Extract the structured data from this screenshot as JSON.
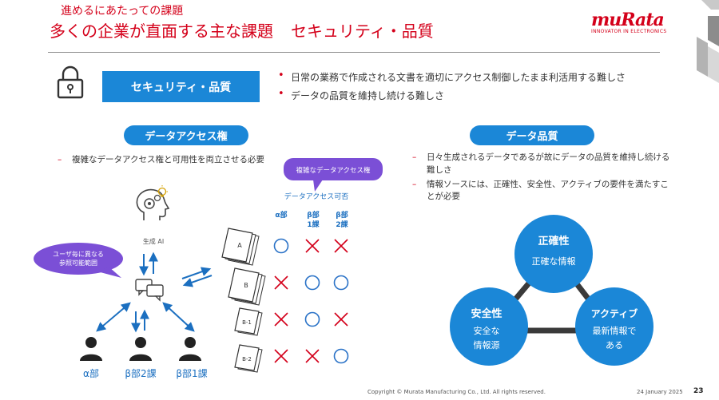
{
  "header": {
    "subtitle": "進めるにあたっての課題",
    "title_main": "多くの企業が直面する主な課題",
    "title_topic": "セキュリティ・品質"
  },
  "logo": {
    "word": "muRata",
    "tagline": "INNOVATOR IN ELECTRONICS"
  },
  "topic_box": {
    "label": "セキュリティ・品質",
    "icon": "lock-icon"
  },
  "top_bullets": [
    "日常の業務で作成される文書を適切にアクセス制御したまま利活用する難しさ",
    "データの品質を維持し続ける難しさ"
  ],
  "access": {
    "pill": "データアクセス権",
    "points": [
      "複雑なデータアクセス権と可用性を両立させる必要"
    ],
    "bubble_complex": "複雑なデータアクセス権",
    "bubble_scope": [
      "ユーザ毎に異なる",
      "参照可能範囲"
    ],
    "ai_label": "生成 AI",
    "matrix_caption": "データアクセス可否",
    "columns": [
      {
        "lines": [
          "α部"
        ]
      },
      {
        "lines": [
          "β部",
          "1課"
        ]
      },
      {
        "lines": [
          "β部",
          "2課"
        ]
      }
    ],
    "rows": [
      {
        "doc": "A",
        "cells": [
          "○",
          "×",
          "×"
        ]
      },
      {
        "doc": "B",
        "cells": [
          "×",
          "○",
          "○"
        ]
      },
      {
        "doc": "B-1",
        "cells": [
          "×",
          "○",
          "×"
        ]
      },
      {
        "doc": "B-2",
        "cells": [
          "×",
          "×",
          "○"
        ]
      }
    ],
    "users": [
      "α部",
      "β部2課",
      "β部1課"
    ]
  },
  "quality": {
    "pill": "データ品質",
    "points": [
      "日々生成されるデータであるが故にデータの品質を維持し続ける難しさ",
      "情報ソースには、正確性、安全性、アクティブの要件を満たすことが必要"
    ],
    "nodes": {
      "top": {
        "title": "正確性",
        "body": [
          "正確な情報"
        ]
      },
      "left": {
        "title": "安全性",
        "body": [
          "安全な",
          "情報源"
        ]
      },
      "right": {
        "title": "アクティブ",
        "body": [
          "最新情報で",
          "ある"
        ]
      }
    }
  },
  "footer": {
    "copyright": "Copyright © Murata Manufacturing Co., Ltd. All rights reserved.",
    "date": "24 January 2025",
    "page": "23"
  },
  "colors": {
    "brand_red": "#d4001a",
    "accent_blue": "#1b87d7",
    "dark": "#222222"
  }
}
